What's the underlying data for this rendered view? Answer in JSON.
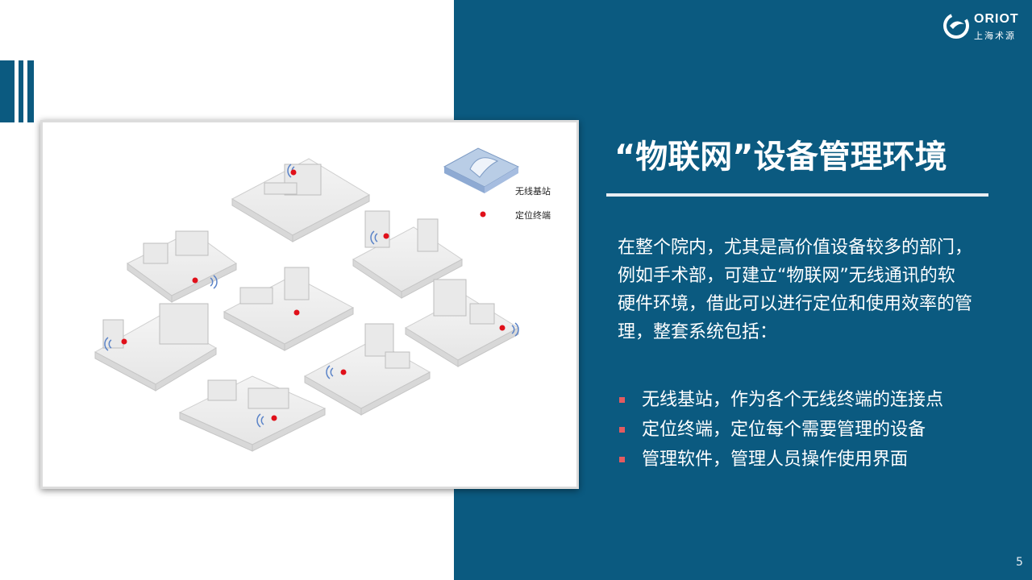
{
  "logo": {
    "brand": "ORIOT",
    "sub": "上海术源"
  },
  "title": "“物联网”设备管理环境",
  "paragraph": "在整个院内，尤其是高价值设备较多的部门，例如手术部，可建立“物联网”无线通讯的软硬件环境，借此可以进行定位和使用效率的管理，整套系统包括：",
  "bullets": [
    "无线基站，作为各个无线终端的连接点",
    "定位终端，定位每个需要管理的设备",
    "管理软件，管理人员操作使用界面"
  ],
  "illustration": {
    "legend_base_station": "无线基站",
    "legend_terminal": "定位终端"
  },
  "page_number": "5",
  "colors": {
    "panel": "#0b5a80",
    "bullet": "#e45b60",
    "terminal_dot": "#e0101a"
  }
}
